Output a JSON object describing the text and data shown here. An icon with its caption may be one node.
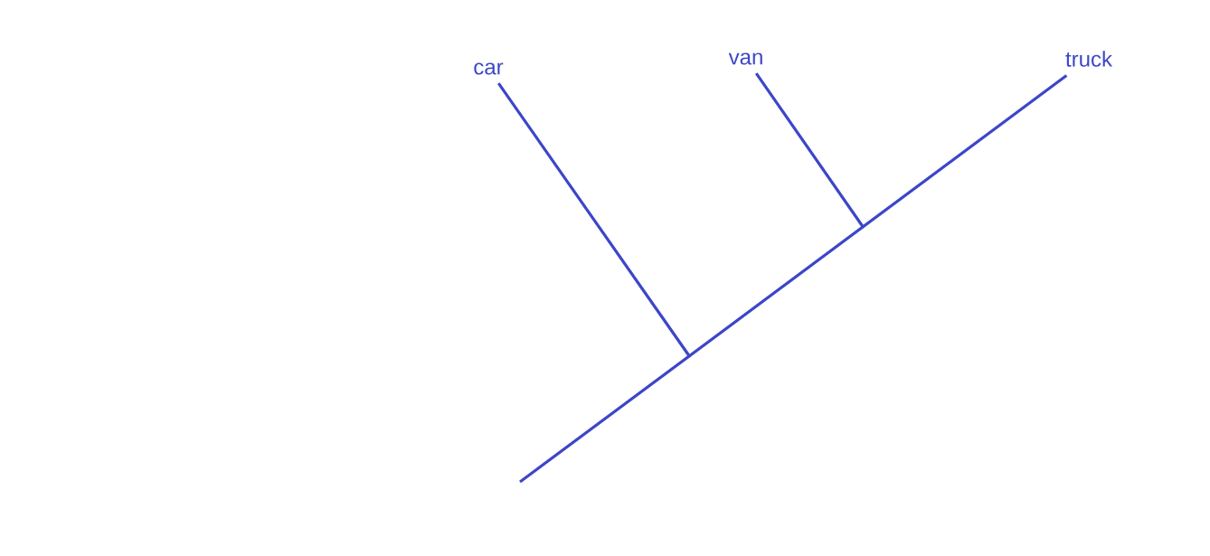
{
  "diagram": {
    "nodes": [
      {
        "text": [
          "car"
        ]
      },
      {
        "text": [
          "van"
        ]
      },
      {
        "text": [
          "truck"
        ]
      }
    ],
    "edges": [
      {
        "from": null,
        "to": 0,
        "arrow": "none"
      },
      {
        "from": null,
        "to": 1,
        "arrow": "none"
      },
      {
        "from": null,
        "to": 2,
        "arrow": "none"
      }
    ]
  }
}
